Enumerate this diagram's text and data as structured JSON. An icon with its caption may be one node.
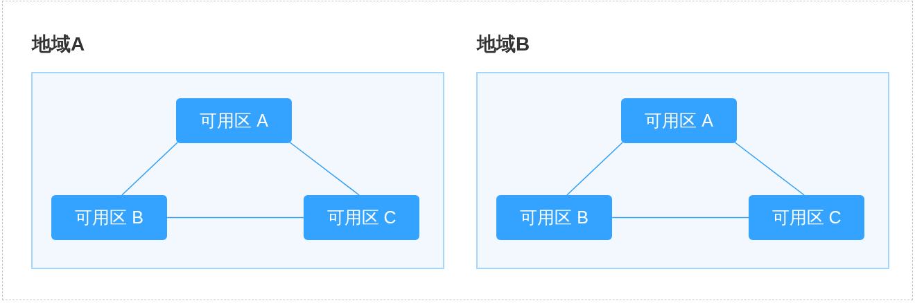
{
  "diagram": {
    "nodes": [
      {
        "text": [],
        "shape": "box"
      },
      {
        "text": [
          "地域A"
        ],
        "in": 0
      },
      {
        "text": [
          "可用区 A"
        ],
        "in": 1
      },
      {
        "text": [
          "可用区 B"
        ],
        "in": 1
      },
      {
        "text": [
          "可用区 C"
        ],
        "in": 1
      },
      {
        "text": [
          "地域B"
        ],
        "in": 0
      },
      {
        "text": [
          "可用区 A"
        ],
        "in": 5
      },
      {
        "text": [
          "可用区 B"
        ],
        "in": 5
      },
      {
        "text": [
          "可用区 C"
        ],
        "in": 5
      }
    ],
    "edges": [
      {
        "from": 2,
        "to": 3,
        "arrow": "none"
      },
      {
        "from": 2,
        "to": 4,
        "arrow": "none"
      },
      {
        "from": 3,
        "to": 4,
        "arrow": "none"
      },
      {
        "from": 6,
        "to": 7,
        "arrow": "none"
      },
      {
        "from": 6,
        "to": 8,
        "arrow": "none"
      },
      {
        "from": 7,
        "to": 8,
        "arrow": "none"
      }
    ]
  }
}
